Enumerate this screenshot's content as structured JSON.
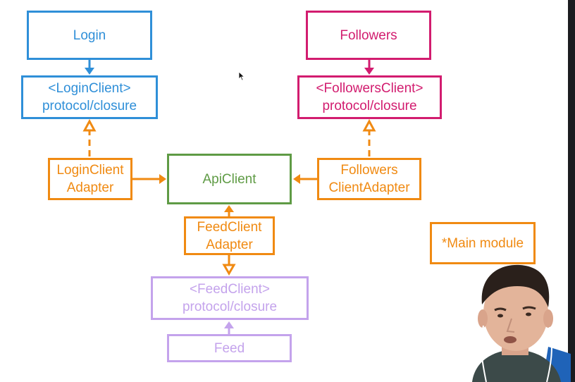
{
  "diagram": {
    "login": {
      "label": "Login"
    },
    "login_client": {
      "line1": "<LoginClient>",
      "line2": "protocol/closure"
    },
    "followers": {
      "label": "Followers"
    },
    "followers_client": {
      "line1": "<FollowersClient>",
      "line2": "protocol/closure"
    },
    "login_adapter": {
      "line1": "LoginClient",
      "line2": "Adapter"
    },
    "api_client": {
      "label": "ApiClient"
    },
    "followers_adapter": {
      "line1": "Followers",
      "line2": "ClientAdapter"
    },
    "feed_adapter": {
      "line1": "FeedClient",
      "line2": "Adapter"
    },
    "feed_client": {
      "line1": "<FeedClient>",
      "line2": "protocol/closure"
    },
    "feed": {
      "label": "Feed"
    },
    "main_module": {
      "label": "*Main module"
    }
  },
  "colors": {
    "login_module": "#2f8fd8",
    "followers_module": "#d21c6f",
    "main_module": "#f08a12",
    "api_module": "#5f9b45",
    "feed_module": "#c4a3ec"
  }
}
